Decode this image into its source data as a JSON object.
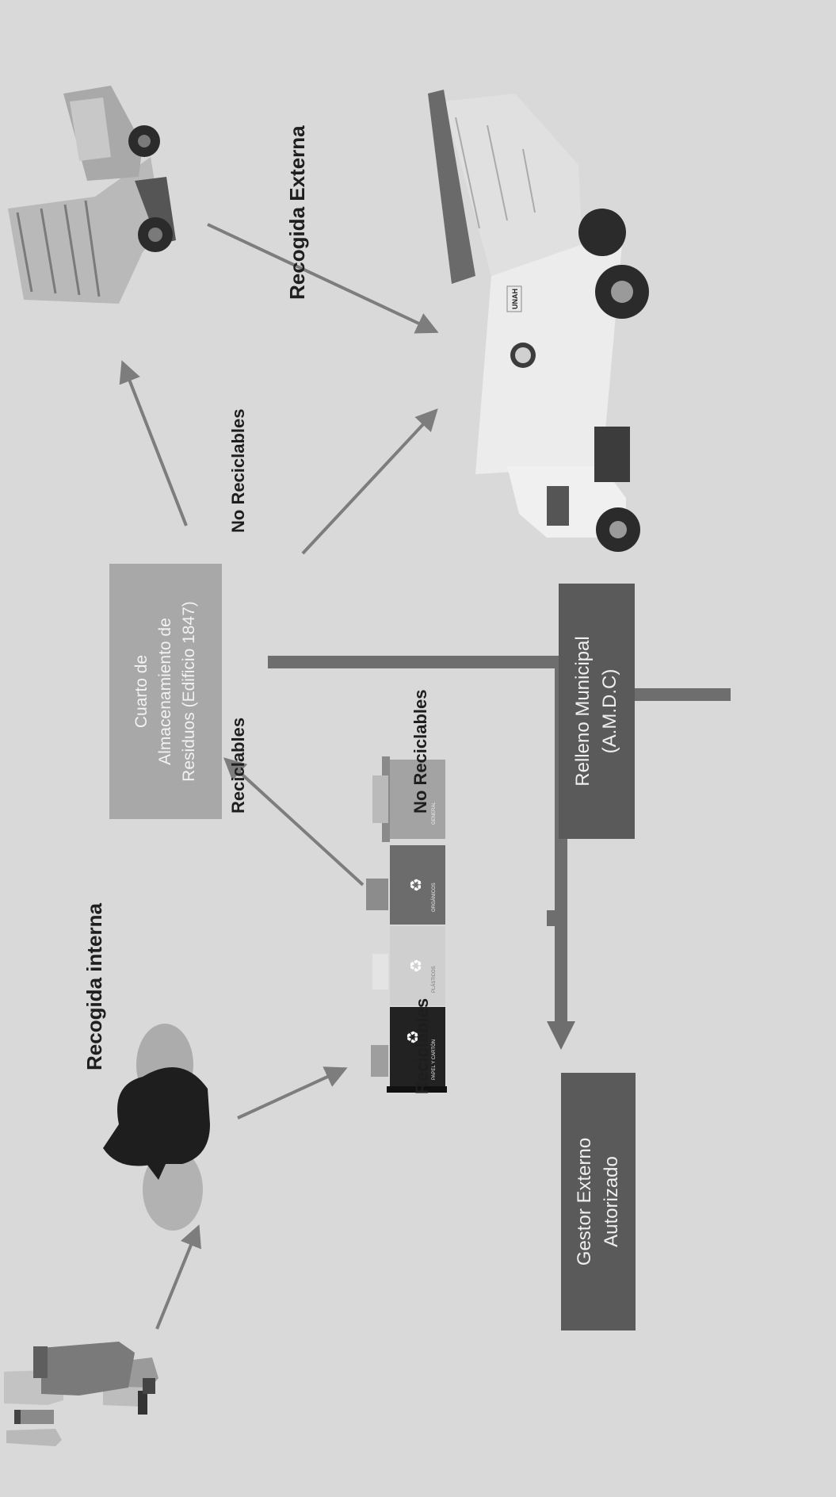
{
  "title_internal": "Recogida interna",
  "title_external": "Recogida Externa",
  "label_reciclables_bins": "Reciclables",
  "label_no_reciclables_bins": "No Reciclables",
  "label_reciclables_room": "Reciclables",
  "label_no_reciclables_room": "No Reciclables",
  "storage_room": {
    "line1": "Cuarto de",
    "line2": "Almacenamiento de",
    "line3": "Residuos (Edificio 1847)"
  },
  "gestor": {
    "line1": "Gestor Externo",
    "line2": "Autorizado"
  },
  "relleno": {
    "line1": "Relleno Municipal",
    "line2": "(A.M.D.C)"
  },
  "bin_labels": {
    "paper": "PAPEL Y CARTÓN",
    "plastic": "PLÁSTICOS",
    "organic": "ORGÁNICOS",
    "general": "GENERAL"
  },
  "truck_logo": "UNAH",
  "colors": {
    "background": "#d9d9d9",
    "arrow": "#7d7d7d",
    "storage_box": "#a8a8a8",
    "dark_box": "#5a5a5a",
    "text_light": "#f2f2f2"
  }
}
